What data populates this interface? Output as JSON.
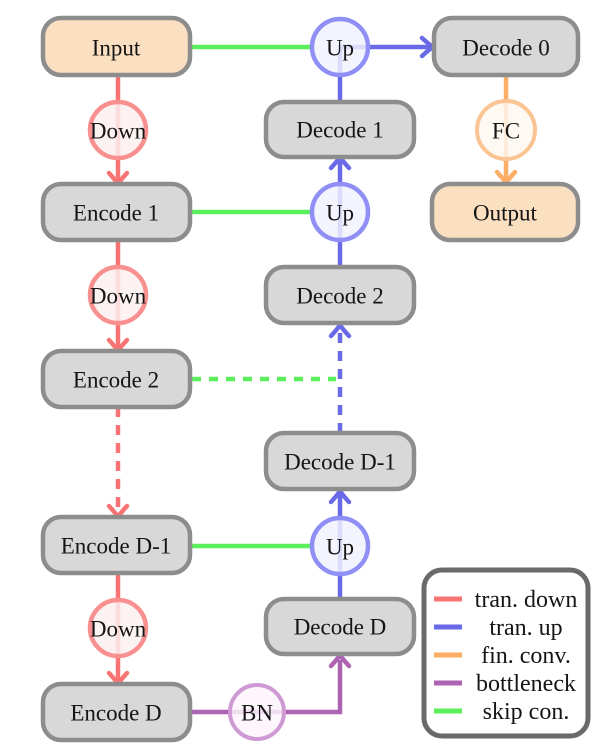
{
  "nodes": {
    "input": {
      "label": "Input"
    },
    "decode0": {
      "label": "Decode 0"
    },
    "decode1": {
      "label": "Decode 1"
    },
    "encode1": {
      "label": "Encode 1"
    },
    "output": {
      "label": "Output"
    },
    "decode2": {
      "label": "Decode 2"
    },
    "encode2": {
      "label": "Encode 2"
    },
    "decodeDm1": {
      "label": "Decode D-1"
    },
    "encodeDm1": {
      "label": "Encode D-1"
    },
    "decodeD": {
      "label": "Decode D"
    },
    "encodeD": {
      "label": "Encode D"
    },
    "down1": {
      "label": "Down"
    },
    "down2": {
      "label": "Down"
    },
    "down3": {
      "label": "Down"
    },
    "up1": {
      "label": "Up"
    },
    "up2": {
      "label": "Up"
    },
    "up3": {
      "label": "Up"
    },
    "fc": {
      "label": "FC"
    },
    "bn": {
      "label": "BN"
    }
  },
  "legend": {
    "items": [
      {
        "label": "tran. down",
        "color": "#f87474",
        "style": "solid"
      },
      {
        "label": "tran. up",
        "color": "#6a6ae8",
        "style": "solid"
      },
      {
        "label": "fin. conv.",
        "color": "#fcae67",
        "style": "solid"
      },
      {
        "label": "bottleneck",
        "color": "#ad62b2",
        "style": "solid"
      },
      {
        "label": "skip con.",
        "color": "#5cef5c",
        "style": "solid"
      }
    ]
  },
  "edges": [
    {
      "from": "Input",
      "to": "Encode 1",
      "via": "Down",
      "type": "tran. down",
      "style": "solid"
    },
    {
      "from": "Encode 1",
      "to": "Encode 2",
      "via": "Down",
      "type": "tran. down",
      "style": "solid"
    },
    {
      "from": "Encode 2",
      "to": "Encode D-1",
      "type": "tran. down",
      "style": "dashed"
    },
    {
      "from": "Encode D-1",
      "to": "Encode D",
      "via": "Down",
      "type": "tran. down",
      "style": "solid"
    },
    {
      "from": "Encode D",
      "to": "Decode D",
      "via": "BN",
      "type": "bottleneck",
      "style": "solid"
    },
    {
      "from": "Decode D",
      "to": "Decode D-1",
      "via": "Up",
      "type": "tran. up",
      "style": "solid"
    },
    {
      "from": "Decode D-1",
      "to": "Decode 2",
      "type": "tran. up",
      "style": "dashed"
    },
    {
      "from": "Decode 2",
      "to": "Decode 1",
      "via": "Up",
      "type": "tran. up",
      "style": "solid"
    },
    {
      "from": "Decode 1",
      "to": "Decode 0",
      "via": "Up",
      "type": "tran. up",
      "style": "solid"
    },
    {
      "from": "Decode 0",
      "to": "Output",
      "via": "FC",
      "type": "fin. conv.",
      "style": "solid"
    },
    {
      "from": "Input",
      "to": "Up",
      "type": "skip con.",
      "style": "solid"
    },
    {
      "from": "Encode 1",
      "to": "Up",
      "type": "skip con.",
      "style": "solid"
    },
    {
      "from": "Encode 2",
      "to": "tran. up path",
      "type": "skip con.",
      "style": "dashed"
    },
    {
      "from": "Encode D-1",
      "to": "Up",
      "type": "skip con.",
      "style": "solid"
    }
  ],
  "colors": {
    "tran_down": "#f87474",
    "tran_up": "#6a6ae8",
    "fin_conv": "#fcae67",
    "bottleneck": "#ad62b2",
    "skip_con": "#5cef5c",
    "node_fill_gray": "#d8d8d8",
    "node_fill_peach": "#fbdfc1",
    "node_border": "#8d8d8d",
    "legend_border": "#6a6a6a"
  }
}
